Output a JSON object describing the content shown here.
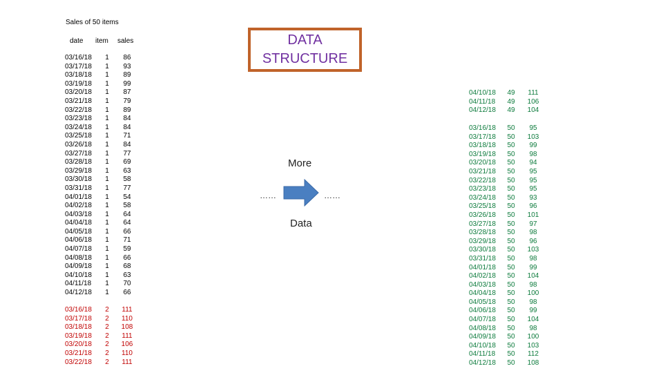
{
  "title": "Sales of 50 items",
  "headers": {
    "date": "date",
    "item": "item",
    "sales": "sales"
  },
  "item1": {
    "dates": [
      "03/16/18",
      "03/17/18",
      "03/18/18",
      "03/19/18",
      "03/20/18",
      "03/21/18",
      "03/22/18",
      "03/23/18",
      "03/24/18",
      "03/25/18",
      "03/26/18",
      "03/27/18",
      "03/28/18",
      "03/29/18",
      "03/30/18",
      "03/31/18",
      "04/01/18",
      "04/02/18",
      "04/03/18",
      "04/04/18",
      "04/05/18",
      "04/06/18",
      "04/07/18",
      "04/08/18",
      "04/09/18",
      "04/10/18",
      "04/11/18",
      "04/12/18"
    ],
    "items": [
      "1",
      "1",
      "1",
      "1",
      "1",
      "1",
      "1",
      "1",
      "1",
      "1",
      "1",
      "1",
      "1",
      "1",
      "1",
      "1",
      "1",
      "1",
      "1",
      "1",
      "1",
      "1",
      "1",
      "1",
      "1",
      "1",
      "1",
      "1"
    ],
    "sales": [
      "86",
      "93",
      "89",
      "99",
      "87",
      "79",
      "89",
      "84",
      "84",
      "71",
      "84",
      "77",
      "69",
      "63",
      "58",
      "77",
      "54",
      "58",
      "64",
      "64",
      "66",
      "71",
      "59",
      "66",
      "68",
      "63",
      "70",
      "66"
    ]
  },
  "item2": {
    "dates": [
      "03/16/18",
      "03/17/18",
      "03/18/18",
      "03/19/18",
      "03/20/18",
      "03/21/18",
      "03/22/18"
    ],
    "items": [
      "2",
      "2",
      "2",
      "2",
      "2",
      "2",
      "2"
    ],
    "sales": [
      "111",
      "110",
      "108",
      "111",
      "106",
      "110",
      "111"
    ]
  },
  "item49": {
    "dates": [
      "04/10/18",
      "04/11/18",
      "04/12/18"
    ],
    "items": [
      "49",
      "49",
      "49"
    ],
    "sales": [
      "111",
      "106",
      "104"
    ]
  },
  "item50": {
    "dates": [
      "03/16/18",
      "03/17/18",
      "03/18/18",
      "03/19/18",
      "03/20/18",
      "03/21/18",
      "03/22/18",
      "03/23/18",
      "03/24/18",
      "03/25/18",
      "03/26/18",
      "03/27/18",
      "03/28/18",
      "03/29/18",
      "03/30/18",
      "03/31/18",
      "04/01/18",
      "04/02/18",
      "04/03/18",
      "04/04/18",
      "04/05/18",
      "04/06/18",
      "04/07/18",
      "04/08/18",
      "04/09/18",
      "04/10/18",
      "04/11/18",
      "04/12/18"
    ],
    "items": [
      "50",
      "50",
      "50",
      "50",
      "50",
      "50",
      "50",
      "50",
      "50",
      "50",
      "50",
      "50",
      "50",
      "50",
      "50",
      "50",
      "50",
      "50",
      "50",
      "50",
      "50",
      "50",
      "50",
      "50",
      "50",
      "50",
      "50",
      "50"
    ],
    "sales": [
      "95",
      "103",
      "99",
      "98",
      "94",
      "95",
      "95",
      "95",
      "93",
      "96",
      "101",
      "97",
      "98",
      "96",
      "103",
      "98",
      "99",
      "104",
      "98",
      "100",
      "98",
      "99",
      "104",
      "98",
      "100",
      "103",
      "112",
      "108"
    ]
  },
  "box": {
    "line1": "DATA",
    "line2": "STRUCTURE"
  },
  "diagram": {
    "more": "More",
    "data": "Data",
    "dots_left": "……",
    "dots_right": "……"
  },
  "colors": {
    "item1": "#000000",
    "item2": "#c00000",
    "right_block": "#0b7a3b",
    "box_border": "#c0632a",
    "box_text": "#7030a0",
    "arrow": "#4a7fc1"
  }
}
